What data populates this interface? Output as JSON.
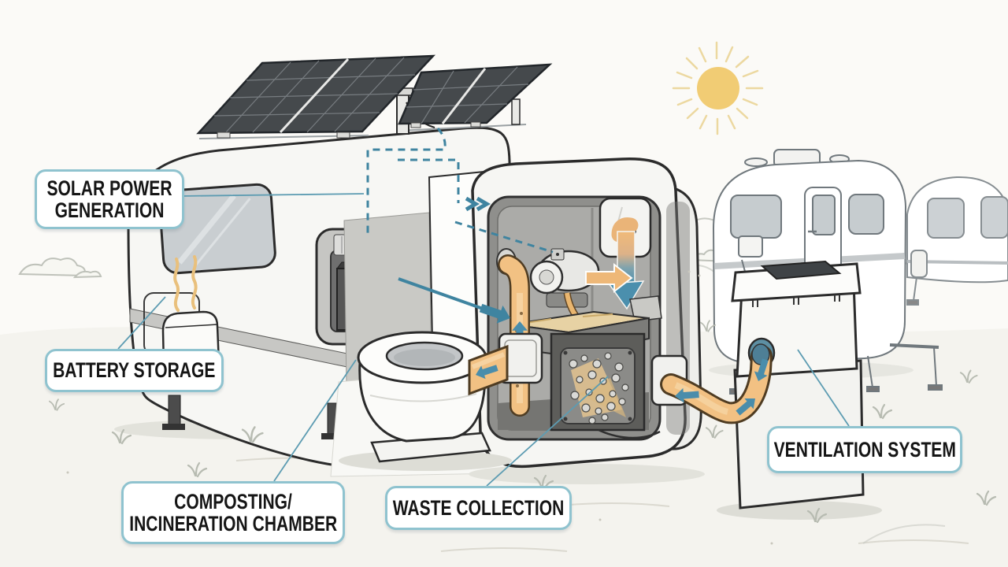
{
  "diagram": {
    "labels": [
      {
        "id": "solar-power-generation",
        "lines": [
          "SOLAR POWER",
          "GENERATION"
        ]
      },
      {
        "id": "battery-storage",
        "lines": [
          "BATTERY STORAGE"
        ]
      },
      {
        "id": "composting-incineration-chamber",
        "lines": [
          "COMPOSTING/",
          "INCINERATION CHAMBER"
        ]
      },
      {
        "id": "waste-collection",
        "lines": [
          "WASTE COLLECTION"
        ]
      },
      {
        "id": "ventilation-system",
        "lines": [
          "VENTILATION SYSTEM"
        ]
      }
    ],
    "colors": {
      "background": "#fbfaf7",
      "label_border": "#8fc3cf",
      "label_text": "#151515",
      "callout_line": "#5d9cb2",
      "wiring_dash": "#3f84a0",
      "flow_arrow_teal": "#4a8dab",
      "pipe_fill": "#f2c183",
      "pipe_highlight": "#f7d7a8",
      "sun_fill": "#f1cc74",
      "sun_rays": "#ecd8a0",
      "solar_panel": "#45494c",
      "outline_ink": "#2b2b2b"
    }
  }
}
